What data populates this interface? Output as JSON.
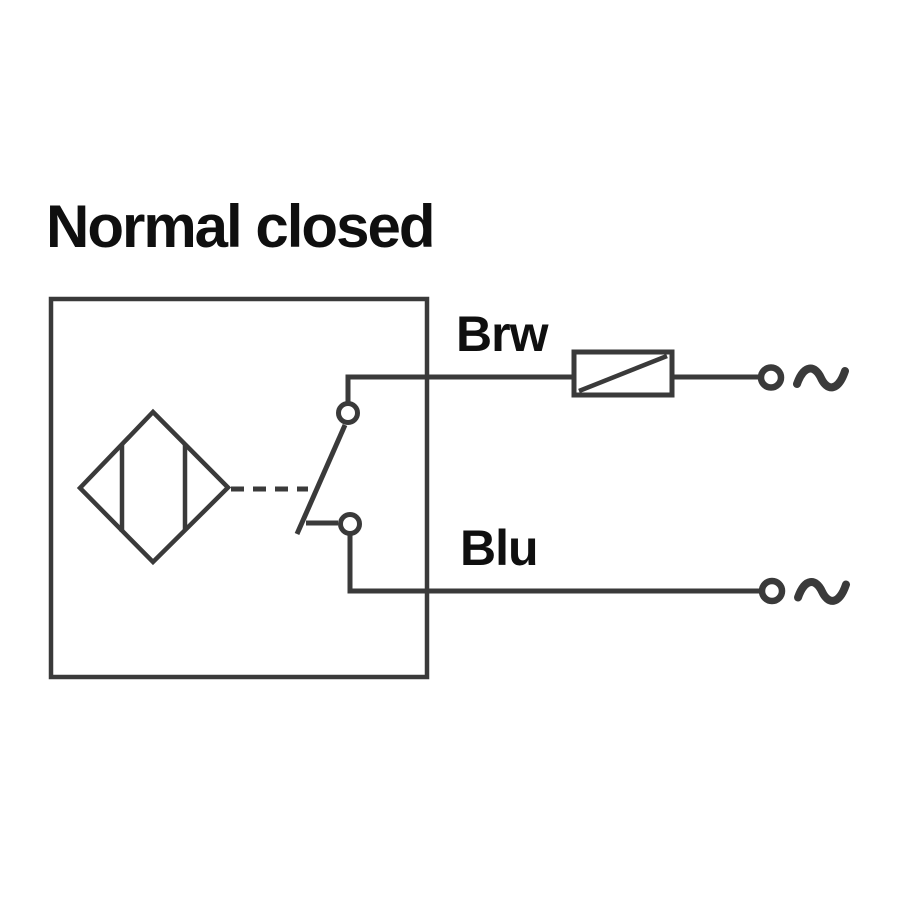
{
  "labels": {
    "title": "Normal closed",
    "brown_wire": "Brw",
    "blue_wire": "Blu"
  },
  "colors": {
    "line": "#3a3a3a",
    "text": "#0f0f0f",
    "background": "#ffffff"
  },
  "diagram": {
    "type": "wiring-schematic",
    "subject": "Two-wire AC sensor output circuit, normally closed contact",
    "switch_state": "closed",
    "components": [
      {
        "name": "sensor-body-outline",
        "kind": "rectangular-enclosure"
      },
      {
        "name": "sensor-symbol",
        "kind": "diamond-with-two-vertical-bars"
      },
      {
        "name": "nc-switch-contact",
        "kind": "normally-closed-switch",
        "state": "closed"
      },
      {
        "name": "actuation-link",
        "kind": "dashed-mechanical-link"
      },
      {
        "name": "load-symbol",
        "kind": "rectangle-with-diagonal"
      },
      {
        "name": "ac-terminal-top",
        "kind": "open-terminal-with-ac-wave"
      },
      {
        "name": "ac-terminal-bottom",
        "kind": "open-terminal-with-ac-wave"
      }
    ],
    "wires": [
      {
        "label": "Brw",
        "from": "switch-upper-contact",
        "through": "load-symbol",
        "to": "ac-terminal-top"
      },
      {
        "label": "Blu",
        "from": "switch-lower-contact",
        "to": "ac-terminal-bottom"
      }
    ]
  }
}
